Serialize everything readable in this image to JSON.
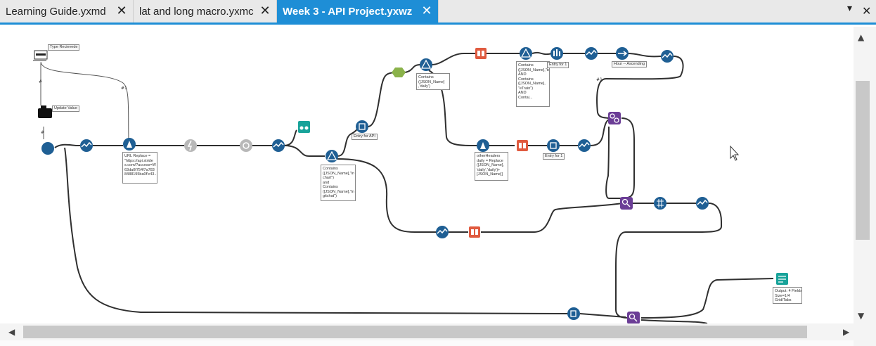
{
  "tabs": [
    {
      "label": "Learning Guide.yxmd",
      "active": false
    },
    {
      "label": "lat and long macro.yxmc",
      "active": false
    },
    {
      "label": "Week 3 - API Project.yxwz",
      "active": true
    }
  ],
  "tab_close_glyph": "✕",
  "tab_menu_icon": "dropdown-arrow",
  "window_close_icon": "close-icon",
  "annotations": {
    "text_box": "Type Recievede",
    "update_value": "Update Value",
    "url_replace": "URL Replace =\n\"https://api.stride\ns.com/?access=W\n63da0f754f7a783\n8488195ba0f'e43..",
    "contains_1": "Contains\n([JSON_Name]\n,'daily')",
    "contains_2": "Contains\n([JSON_Name],\"tags\")\nAND\nContains\n([JSON_Name],\n\"eTrain\")\nAND\nContai...",
    "contains_3": "Contains\n([JSON_Name],\"in\nchart\")\nand\nContains\n([JSON_Name],\"in\ngitchat\")",
    "other_headers": "otherHeaders\ndaily = Replace\n([JSON_Name],\n'daily','daily')+\n[JSON_Name]]",
    "output": "Output: 4 Fields\nSize=1/4\nGrid/Tabs"
  },
  "tags": {
    "entry_1": "Entry for 1",
    "entry_api": "Entry for API",
    "entry_1b": "Entry for 1",
    "hour_sort": "Hour -- Ascending"
  },
  "colors": {
    "accent": "#1e8ed6",
    "tool_blue": "#1f5f94",
    "tool_red": "#e05a3f",
    "tool_green": "#8ab24a",
    "tool_purple": "#6b3d96",
    "tool_teal": "#18a39a",
    "tool_gray": "#b8b8b8",
    "connector": "#2f2f2f"
  },
  "tools": [
    {
      "id": "text-input",
      "icon": "text-input-icon",
      "color": "#222222"
    },
    {
      "id": "macro-input",
      "icon": "macro-input-icon",
      "color": "#222222"
    },
    {
      "id": "interface-start",
      "icon": "hexagon-icon",
      "color": "#1f5f94"
    },
    {
      "id": "select-1",
      "icon": "select-icon",
      "color": "#1f5f94"
    },
    {
      "id": "formula-url",
      "icon": "formula-icon",
      "color": "#1f5f94"
    },
    {
      "id": "download",
      "icon": "download-icon",
      "color": "#b8b8b8"
    },
    {
      "id": "json-parse",
      "icon": "json-parse-icon",
      "color": "#b8b8b8"
    },
    {
      "id": "select-2",
      "icon": "select-icon",
      "color": "#1f5f94"
    },
    {
      "id": "browse-1",
      "icon": "browse-icon",
      "color": "#18a39a"
    },
    {
      "id": "filter-1",
      "icon": "filter-icon",
      "color": "#1f5f94"
    },
    {
      "id": "sample-1",
      "icon": "sample-icon",
      "color": "#1f5f94"
    },
    {
      "id": "union-1",
      "icon": "union-icon",
      "color": "#8ab24a"
    },
    {
      "id": "filter-2",
      "icon": "filter-icon",
      "color": "#1f5f94"
    },
    {
      "id": "text-to-columns-1",
      "icon": "text-to-columns-icon",
      "color": "#e05a3f"
    },
    {
      "id": "filter-3",
      "icon": "filter-icon",
      "color": "#1f5f94"
    },
    {
      "id": "summarize-1",
      "icon": "summarize-icon",
      "color": "#1f5f94"
    },
    {
      "id": "select-3",
      "icon": "select-icon",
      "color": "#1f5f94"
    },
    {
      "id": "sort-1",
      "icon": "sort-icon",
      "color": "#1f5f94"
    },
    {
      "id": "select-4",
      "icon": "select-icon",
      "color": "#1f5f94"
    },
    {
      "id": "formula-2",
      "icon": "formula-icon",
      "color": "#1f5f94"
    },
    {
      "id": "text-to-columns-2",
      "icon": "text-to-columns-icon",
      "color": "#e05a3f"
    },
    {
      "id": "sample-2",
      "icon": "sample-icon",
      "color": "#1f5f94"
    },
    {
      "id": "select-5",
      "icon": "select-icon",
      "color": "#1f5f94"
    },
    {
      "id": "join-1",
      "icon": "join-icon",
      "color": "#6b3d96"
    },
    {
      "id": "select-6",
      "icon": "select-icon",
      "color": "#1f5f94"
    },
    {
      "id": "text-to-columns-3",
      "icon": "text-to-columns-icon",
      "color": "#e05a3f"
    },
    {
      "id": "find-replace-1",
      "icon": "find-replace-icon",
      "color": "#6b3d96"
    },
    {
      "id": "cross-tab",
      "icon": "cross-tab-icon",
      "color": "#1f5f94"
    },
    {
      "id": "select-7",
      "icon": "select-icon",
      "color": "#1f5f94"
    },
    {
      "id": "dynamic-input",
      "icon": "dynamic-input-icon",
      "color": "#1f5f94"
    },
    {
      "id": "find-replace-2",
      "icon": "find-replace-icon",
      "color": "#6b3d96"
    },
    {
      "id": "table-output",
      "icon": "table-icon",
      "color": "#18a39a"
    }
  ]
}
